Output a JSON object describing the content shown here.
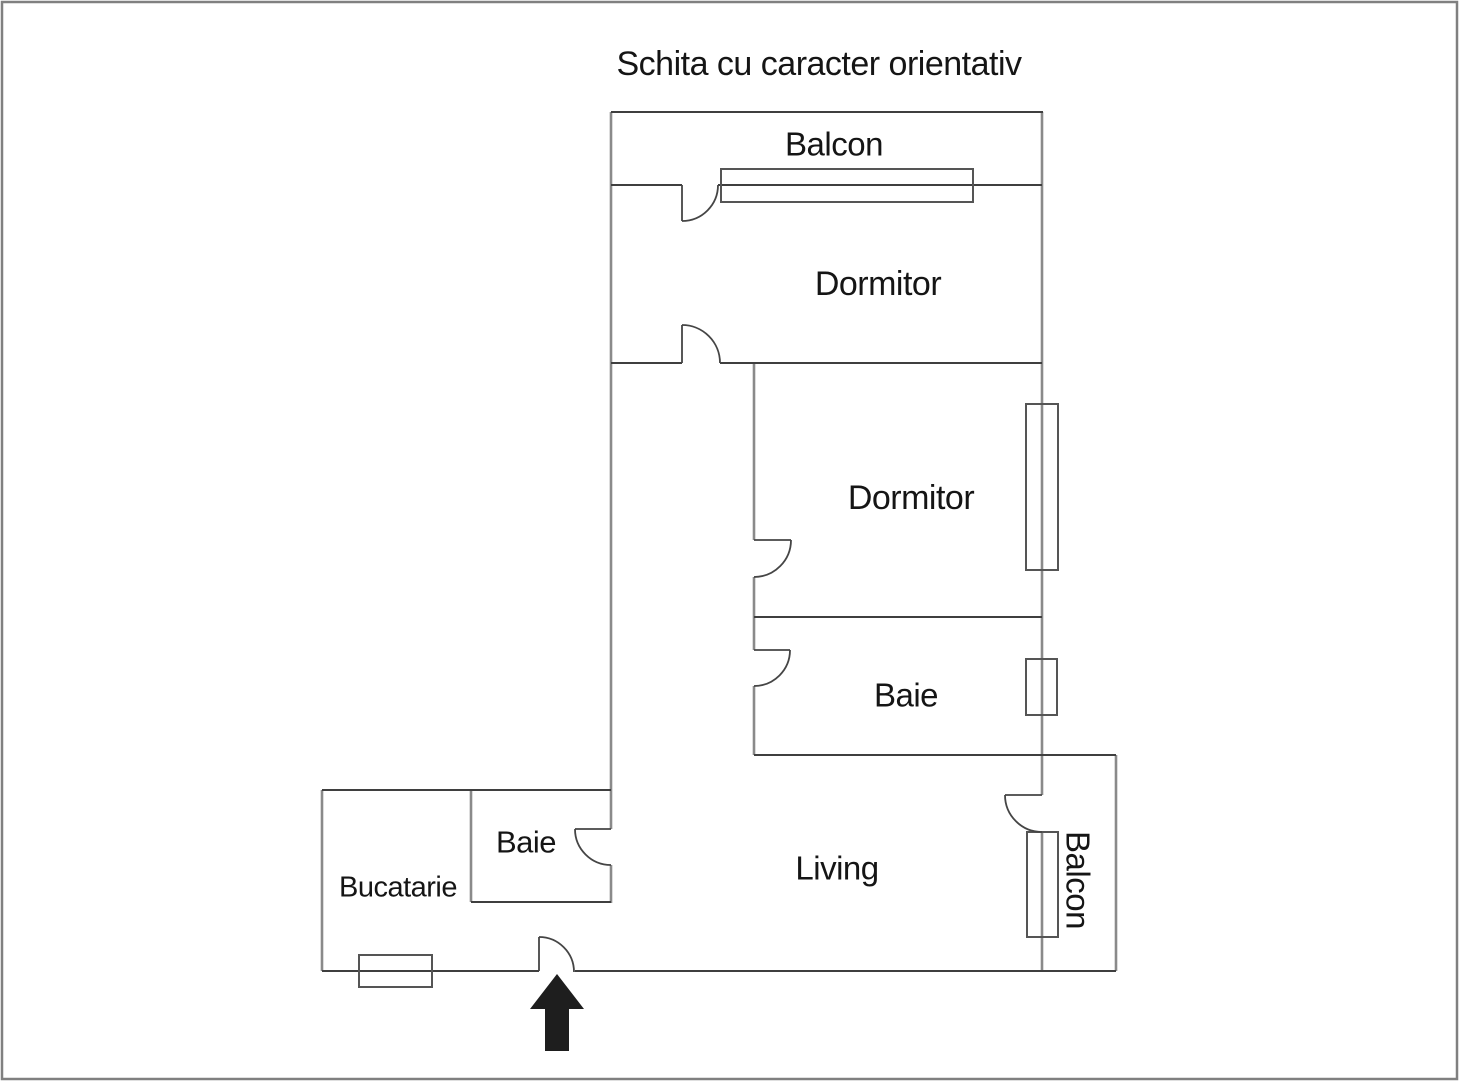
{
  "title": "Schita cu caracter orientativ",
  "rooms": [
    {
      "id": "balcon-top",
      "label": "Balcon"
    },
    {
      "id": "dormitor-1",
      "label": "Dormitor"
    },
    {
      "id": "dormitor-2",
      "label": "Dormitor"
    },
    {
      "id": "baie",
      "label": "Baie"
    },
    {
      "id": "living",
      "label": "Living"
    },
    {
      "id": "balcon-right",
      "label": "Balcon"
    },
    {
      "id": "baie-small",
      "label": "Baie"
    },
    {
      "id": "bucatarie",
      "label": "Bucatarie"
    }
  ],
  "icons": {
    "entrance_arrow": "up-arrow"
  },
  "colors": {
    "wall_gray": "#8a8a8a",
    "wall_dark": "#3f3f3f",
    "window_frame": "#555555",
    "text": "#151515",
    "arrow_fill": "#1e1e1e",
    "border": "#808080",
    "background": "#ffffff"
  }
}
